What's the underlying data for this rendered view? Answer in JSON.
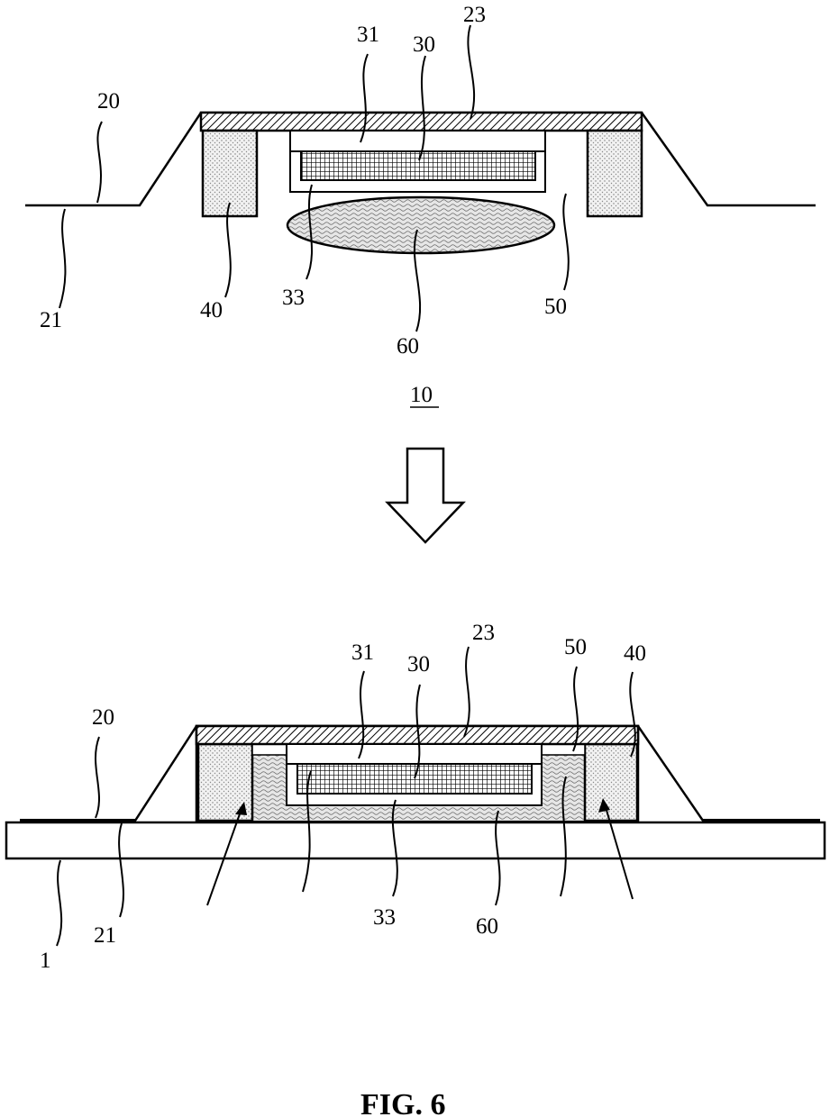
{
  "top": {
    "labels": {
      "l20": "20",
      "l21": "21",
      "l23": "23",
      "l30": "30",
      "l31": "31",
      "l33": "33",
      "l40": "40",
      "l50": "50",
      "l60": "60"
    },
    "ref_number": "10"
  },
  "bottom": {
    "labels": {
      "l1": "1",
      "l20": "20",
      "l21": "21",
      "l23": "23",
      "l30": "30",
      "l31": "31",
      "l33": "33",
      "l40": "40",
      "l50": "50",
      "l60": "60"
    }
  },
  "figure_caption": "FIG. 6"
}
